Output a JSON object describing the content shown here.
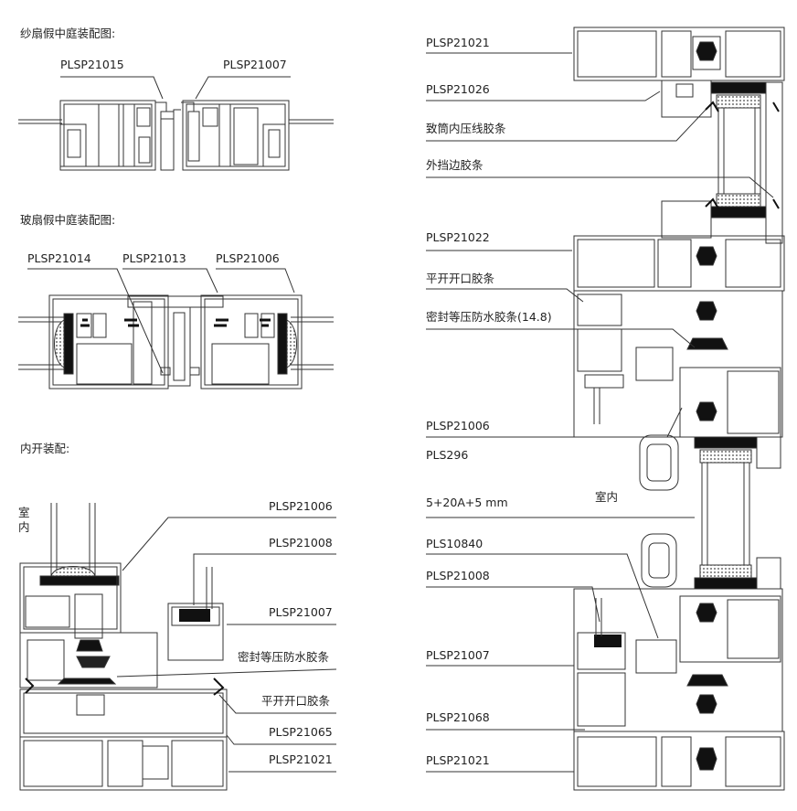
{
  "section_titles": {
    "screen_sash": "纱扇假中庭装配图:",
    "glass_sash": "玻扇假中庭装配图:",
    "inward_open": "内开装配:"
  },
  "screen_sash_labels": {
    "left": "PLSP21015",
    "right": "PLSP21007"
  },
  "glass_sash_labels": {
    "a": "PLSP21014",
    "b": "PLSP21013",
    "c": "PLSP21006"
  },
  "inward_labels": {
    "indoor": "室内",
    "l1": "PLSP21006",
    "l2": "PLSP21008",
    "l3": "PLSP21007",
    "l4": "密封等压防水胶条",
    "l5": "平开开口胶条",
    "l6": "PLSP21065",
    "l7": "PLSP21021"
  },
  "right_labels": {
    "r1": "PLSP21021",
    "r2": "PLSP21026",
    "r3": "致筒内压线胶条",
    "r4": "外挡边胶条",
    "r5": "PLSP21022",
    "r6": "平开开口胶条",
    "r7": "密封等压防水胶条(14.8)",
    "r8": "PLSP21006",
    "r9": "PLS296",
    "r10": "5+20A+5 mm",
    "r11": "PLS10840",
    "r12": "PLSP21008",
    "r13": "PLSP21007",
    "r14": "PLSP21068",
    "r15": "PLSP21021",
    "indoor": "室内"
  },
  "colors": {
    "line": "#333333",
    "rubber": "#111111",
    "glass_mesh": "#555555"
  }
}
